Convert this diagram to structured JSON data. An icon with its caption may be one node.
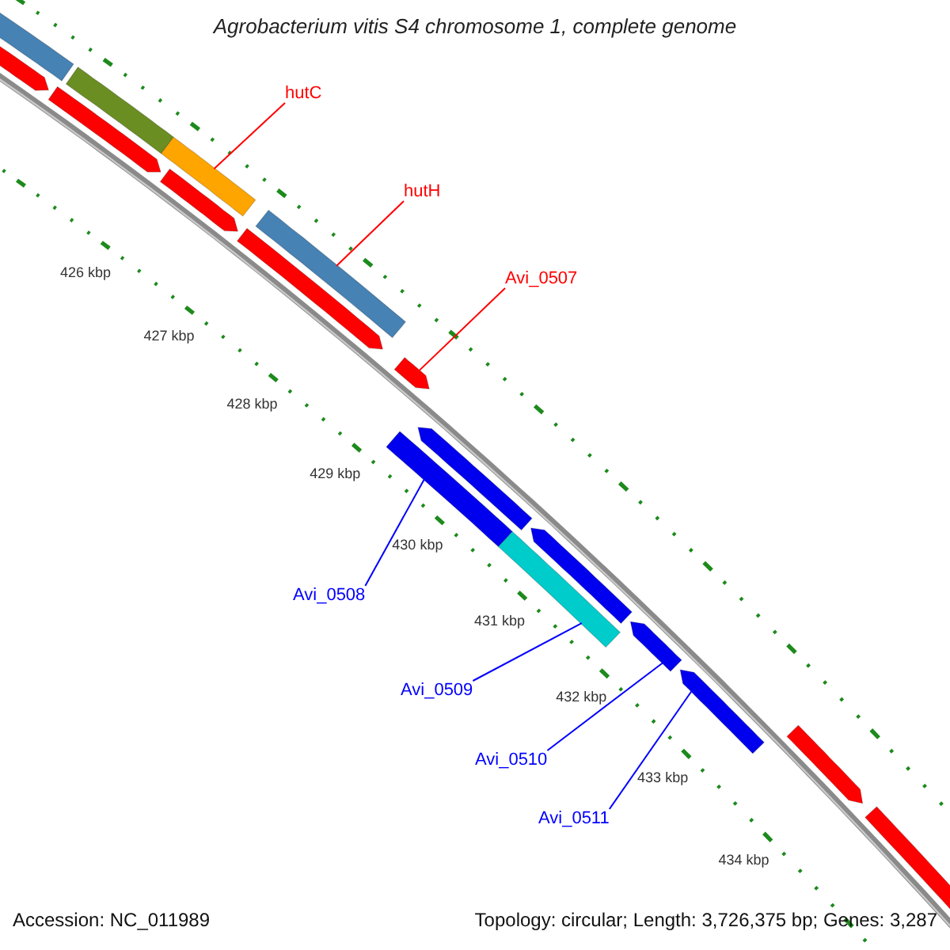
{
  "diagram": {
    "title": "Agrobacterium vitis S4 chromosome 1, complete genome",
    "nodes": [
      {
        "text": [
          "hutC"
        ]
      },
      {
        "text": [
          "hutH"
        ]
      },
      {
        "text": [
          "Avi_0507"
        ]
      },
      {
        "text": [
          "Avi_0508"
        ]
      },
      {
        "text": [
          "Avi_0509"
        ]
      },
      {
        "text": [
          "Avi_0510"
        ]
      },
      {
        "text": [
          "Avi_0511"
        ]
      },
      {
        "text": [],
        "shape": "bar"
      },
      {
        "text": [],
        "shape": "arrow"
      },
      {
        "text": [],
        "shape": "arrow"
      },
      {
        "text": [],
        "shape": "bar"
      },
      {
        "text": [],
        "shape": "arrow"
      },
      {
        "text": [],
        "shape": "bar"
      },
      {
        "text": [],
        "shape": "bar"
      },
      {
        "text": [],
        "shape": "arrow"
      },
      {
        "text": [],
        "shape": "arrow"
      },
      {
        "text": [],
        "shape": "bar"
      },
      {
        "text": [],
        "shape": "arrow"
      },
      {
        "text": [],
        "shape": "arrow"
      },
      {
        "text": [],
        "shape": "bar"
      },
      {
        "text": [],
        "shape": "arrow"
      },
      {
        "text": [],
        "shape": "arrow"
      },
      {
        "text": [],
        "shape": "arrow"
      },
      {
        "text": [],
        "shape": "arrow"
      }
    ],
    "edges": [
      {
        "from": 0,
        "to": 12,
        "arrow": "none",
        "color": "#ff0000"
      },
      {
        "from": 1,
        "to": 13,
        "arrow": "none",
        "color": "#ff0000"
      },
      {
        "from": 2,
        "to": 15,
        "arrow": "none",
        "color": "#ff0000"
      },
      {
        "from": 3,
        "to": 16,
        "arrow": "none"
      },
      {
        "from": 4,
        "to": 19,
        "arrow": "none"
      },
      {
        "from": 5,
        "to": 20,
        "arrow": "none"
      },
      {
        "from": 6,
        "to": 21,
        "arrow": "none"
      }
    ],
    "labels": [
      "426 kbp",
      "427 kbp",
      "428 kbp",
      "429 kbp",
      "430 kbp",
      "431 kbp",
      "432 kbp",
      "433 kbp",
      "434 kbp",
      "Accession: NC_011989",
      "Topology: circular; Length: 3,726,375 bp; Genes: 3,287"
    ]
  }
}
